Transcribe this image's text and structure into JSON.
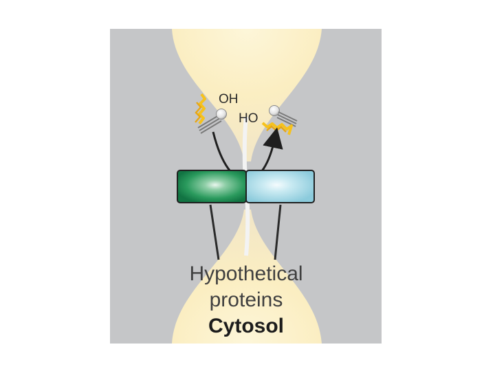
{
  "diagram": {
    "chem_label_left": "OH",
    "chem_label_right": "HO",
    "caption_line1": "Hypothetical",
    "caption_line2": "proteins",
    "caption_line3": "Cytosol",
    "colors": {
      "membrane": "#c5c6c8",
      "cytosol_glow": "#fdf3d0",
      "protein_left": "#17844e",
      "protein_right": "#a8dbe6",
      "lipid_tail": "#f6c21c",
      "arrow": "#1f1f1f"
    },
    "icons": [
      "lipid-molecule",
      "flip-arrow",
      "protein-block"
    ]
  }
}
